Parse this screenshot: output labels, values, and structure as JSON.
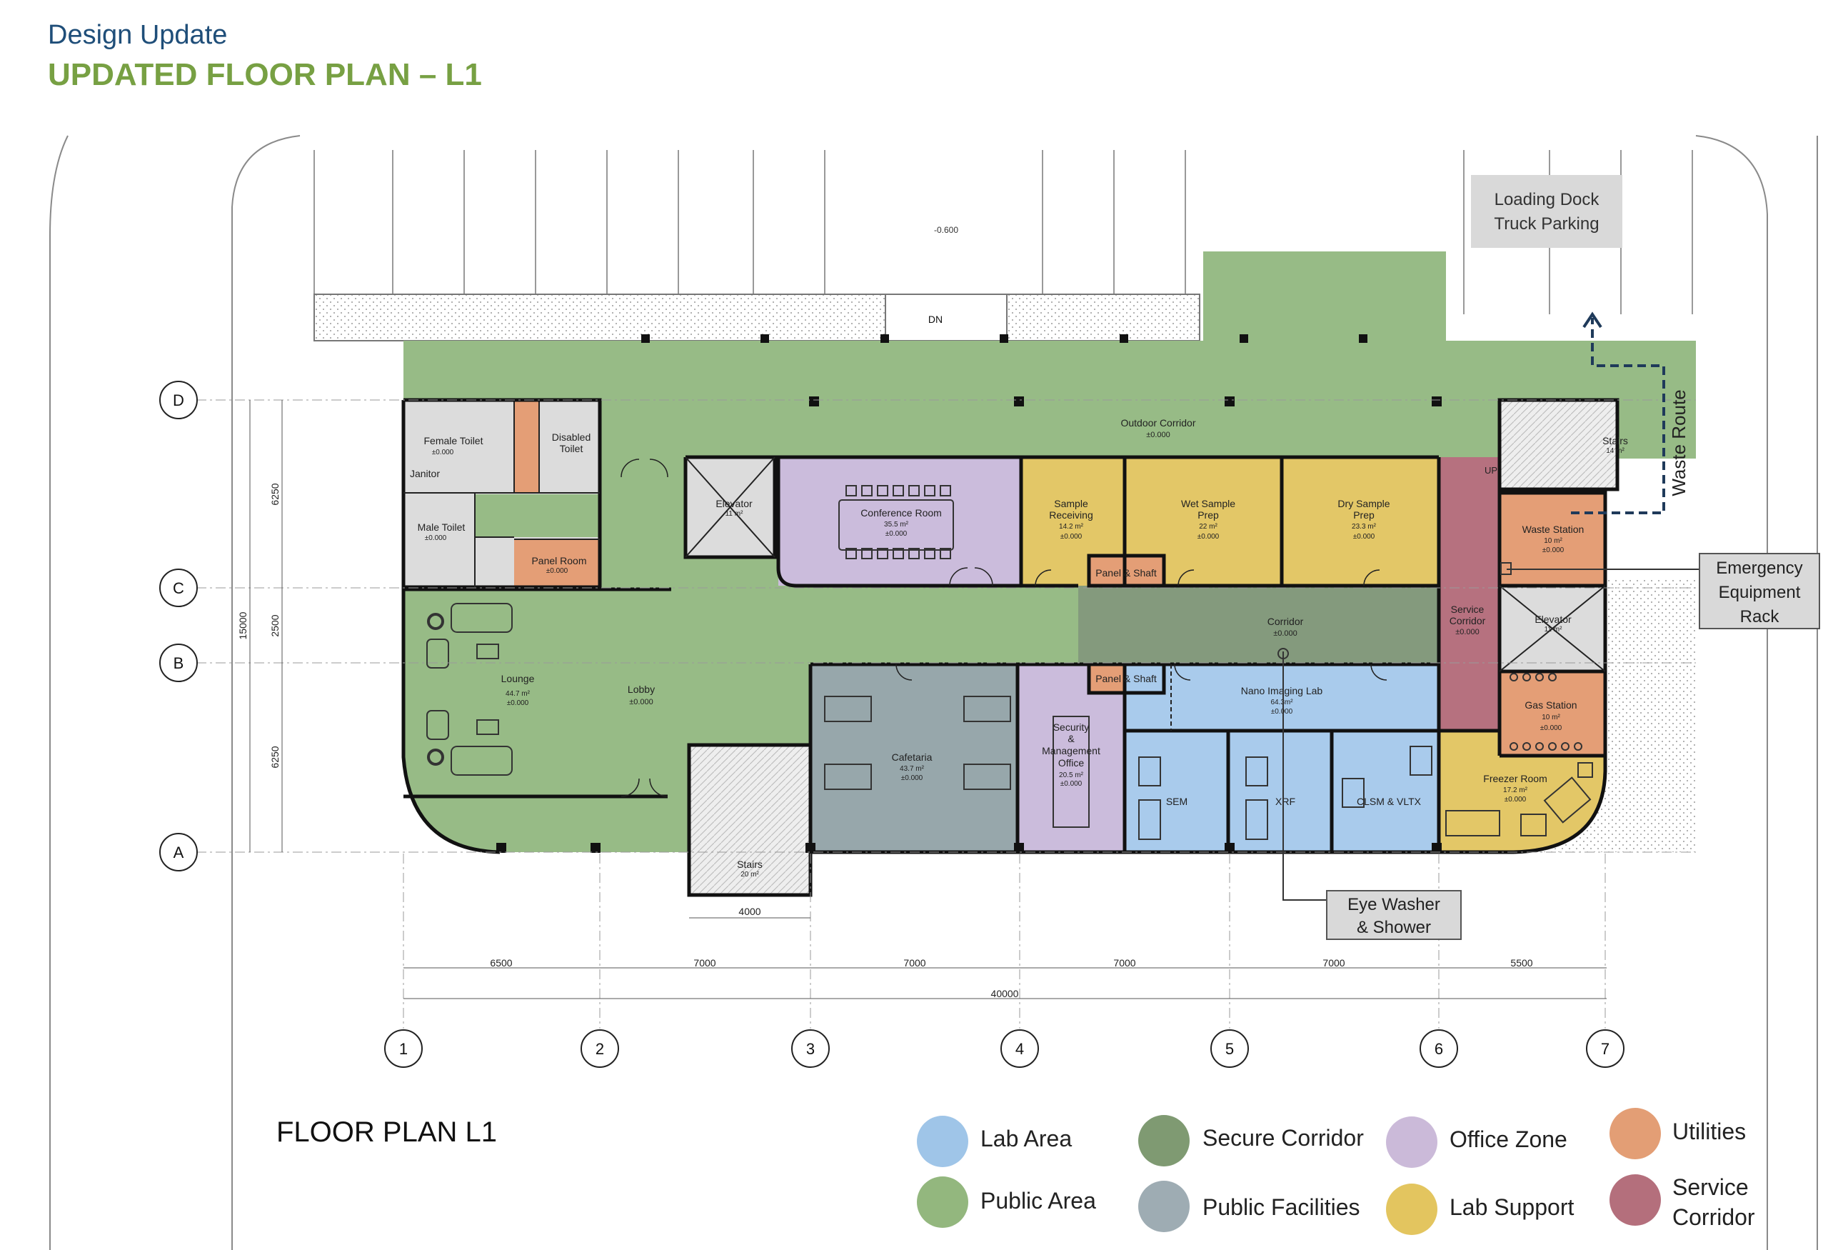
{
  "header": {
    "subtitle": "Design Update",
    "title": "UPDATED FLOOR PLAN – L1"
  },
  "plan_label": "FLOOR PLAN L1",
  "parking_level": "-0.600",
  "dn_label": "DN",
  "up_label": "UP",
  "callouts": {
    "loading_dock": [
      "Loading Dock",
      "Truck Parking"
    ],
    "waste_route": "Waste Route",
    "emergency": [
      "Emergency",
      "Equipment",
      "Rack"
    ],
    "eye_washer": [
      "Eye Washer",
      "& Shower"
    ]
  },
  "grid_rows": [
    "D",
    "C",
    "B",
    "A"
  ],
  "grid_cols": [
    "1",
    "2",
    "3",
    "4",
    "5",
    "6",
    "7"
  ],
  "dims": {
    "col_spans": [
      "6500",
      "7000",
      "7000",
      "7000",
      "7000",
      "5500"
    ],
    "total": "40000",
    "row_spans": [
      "6250",
      "2500",
      "6250"
    ],
    "row_total": "15000",
    "stair_width": "4000"
  },
  "rooms": {
    "female_toilet": [
      "Female Toilet",
      "±0.000"
    ],
    "disabled_toilet": [
      "Disabled",
      "Toilet"
    ],
    "janitor": "Janitor",
    "male_toilet": [
      "Male Toilet",
      "±0.000"
    ],
    "panel_room": [
      "Panel Room",
      "±0.000"
    ],
    "elevator": [
      "Elevator",
      "11 m²"
    ],
    "conference": [
      "Conference Room",
      "35.5 m²",
      "±0.000"
    ],
    "sample_receiving": [
      "Sample",
      "Receiving",
      "14.2 m²",
      "±0.000"
    ],
    "wet_prep": [
      "Wet Sample",
      "Prep",
      "22 m²",
      "±0.000"
    ],
    "dry_prep": [
      "Dry Sample",
      "Prep",
      "23.3 m²",
      "±0.000"
    ],
    "panel_shaft": "Panel & Shaft",
    "outdoor_corridor": [
      "Outdoor Corridor",
      "±0.000"
    ],
    "stairs_ne": [
      "Stairs",
      "14 m²"
    ],
    "waste_station": [
      "Waste Station",
      "10 m²",
      "±0.000"
    ],
    "service_corridor": [
      "Service",
      "Corridor",
      "±0.000"
    ],
    "elevator2": [
      "Elevator",
      "11 m²"
    ],
    "gas_station": [
      "Gas Station",
      "10 m²",
      "±0.000"
    ],
    "corridor": [
      "Corridor",
      "±0.000"
    ],
    "lounge": [
      "Lounge",
      "44.7 m²",
      "±0.000"
    ],
    "lobby": [
      "Lobby",
      "±0.000"
    ],
    "cafeteria": [
      "Cafetaria",
      "43.7 m²",
      "±0.000"
    ],
    "security": [
      "Security",
      "&",
      "Management",
      "Office",
      "20.5 m²",
      "±0.000"
    ],
    "nano_lab": [
      "Nano Imaging Lab",
      "64.3m²",
      "±0.000"
    ],
    "sem": "SEM",
    "xrf": "XRF",
    "clsm": "CLSM & VLTX",
    "freezer": [
      "Freezer Room",
      "17.2 m²",
      "±0.000"
    ],
    "stairs_s": [
      "Stairs",
      "20 m²"
    ]
  },
  "legend": [
    {
      "label": [
        "Lab Area"
      ],
      "color": "#9fc5e8"
    },
    {
      "label": [
        "Public Area"
      ],
      "color": "#93b77e"
    },
    {
      "label": [
        "Secure Corridor"
      ],
      "color": "#7f9a72"
    },
    {
      "label": [
        "Public Facilities"
      ],
      "color": "#9eacb3"
    },
    {
      "label": [
        "Office Zone"
      ],
      "color": "#cbbad9"
    },
    {
      "label": [
        "Lab Support"
      ],
      "color": "#e3c55f"
    },
    {
      "label": [
        "Utilities"
      ],
      "color": "#e39e75"
    },
    {
      "label": [
        "Service",
        "Corridor"
      ],
      "color": "#b46f7c"
    }
  ],
  "colors": {
    "lab": "#a9cbec",
    "public": "#97bb86",
    "secure": "#849a7d",
    "facilities": "#97a7ab",
    "office": "#cbbcdc",
    "support": "#e3c767",
    "utility": "#e49e76",
    "service": "#b6717f",
    "toilet": "#dcdcdc",
    "wall": "#111111"
  }
}
